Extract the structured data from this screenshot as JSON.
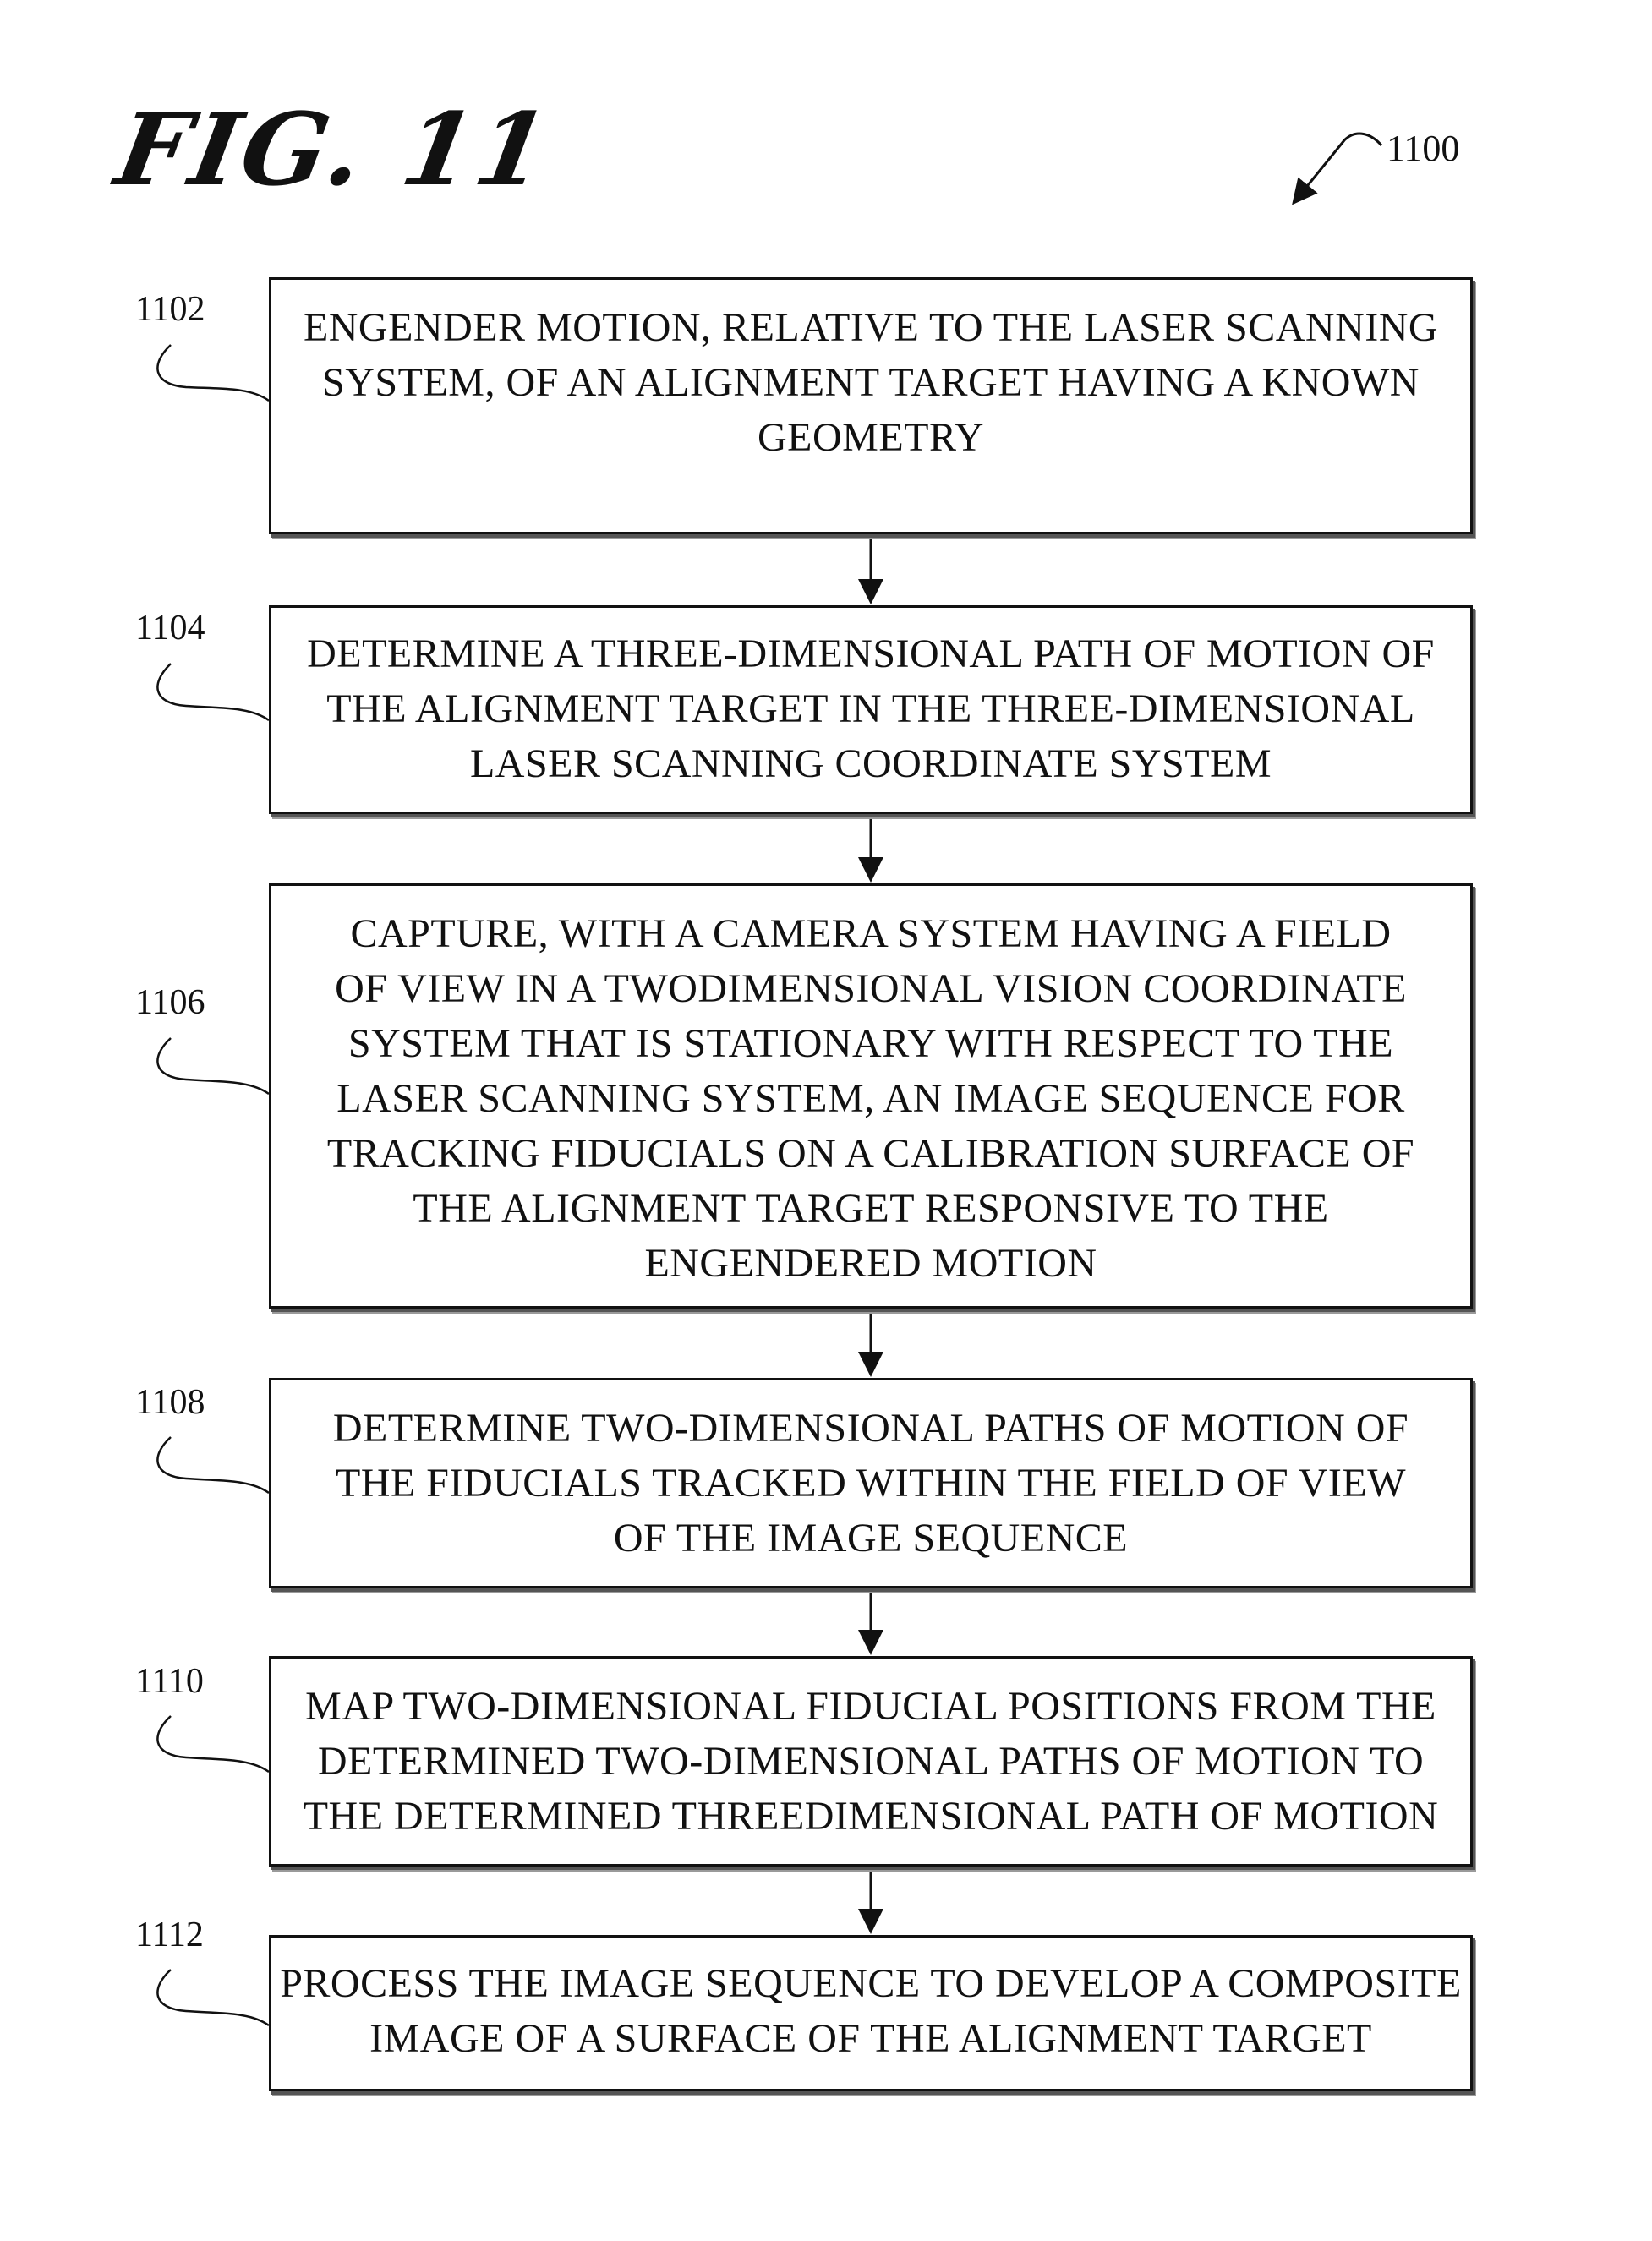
{
  "figure": {
    "title": "FIG. 11",
    "number": "1100"
  },
  "steps": [
    {
      "ref": "1102",
      "text": "ENGENDER MOTION, RELATIVE TO THE LASER SCANNING\nSYSTEM, OF AN ALIGNMENT TARGET HAVING A KNOWN\nGEOMETRY"
    },
    {
      "ref": "1104",
      "text": "DETERMINE A THREE-DIMENSIONAL PATH OF MOTION OF\nTHE ALIGNMENT TARGET IN THE THREE-DIMENSIONAL\nLASER SCANNING COORDINATE SYSTEM"
    },
    {
      "ref": "1106",
      "text": "CAPTURE, WITH A CAMERA SYSTEM HAVING A FIELD\nOF VIEW IN A TWODIMENSIONAL VISION COORDINATE\nSYSTEM THAT IS STATIONARY WITH RESPECT TO THE\nLASER SCANNING SYSTEM, AN IMAGE SEQUENCE FOR\nTRACKING FIDUCIALS ON A CALIBRATION SURFACE OF\nTHE ALIGNMENT TARGET RESPONSIVE TO THE\nENGENDERED MOTION"
    },
    {
      "ref": "1108",
      "text": "DETERMINE TWO-DIMENSIONAL PATHS OF MOTION OF\nTHE FIDUCIALS TRACKED WITHIN THE FIELD OF VIEW\nOF THE IMAGE SEQUENCE"
    },
    {
      "ref": "1110",
      "text": "MAP TWO-DIMENSIONAL FIDUCIAL POSITIONS FROM THE\nDETERMINED TWO-DIMENSIONAL PATHS OF MOTION TO\nTHE DETERMINED THREEDIMENSIONAL PATH OF MOTION"
    },
    {
      "ref": "1112",
      "text": "PROCESS THE IMAGE SEQUENCE TO DEVELOP A COMPOSITE\nIMAGE OF A SURFACE OF THE ALIGNMENT TARGET"
    }
  ],
  "colors": {
    "ink": "#111111",
    "paper": "#ffffff"
  }
}
